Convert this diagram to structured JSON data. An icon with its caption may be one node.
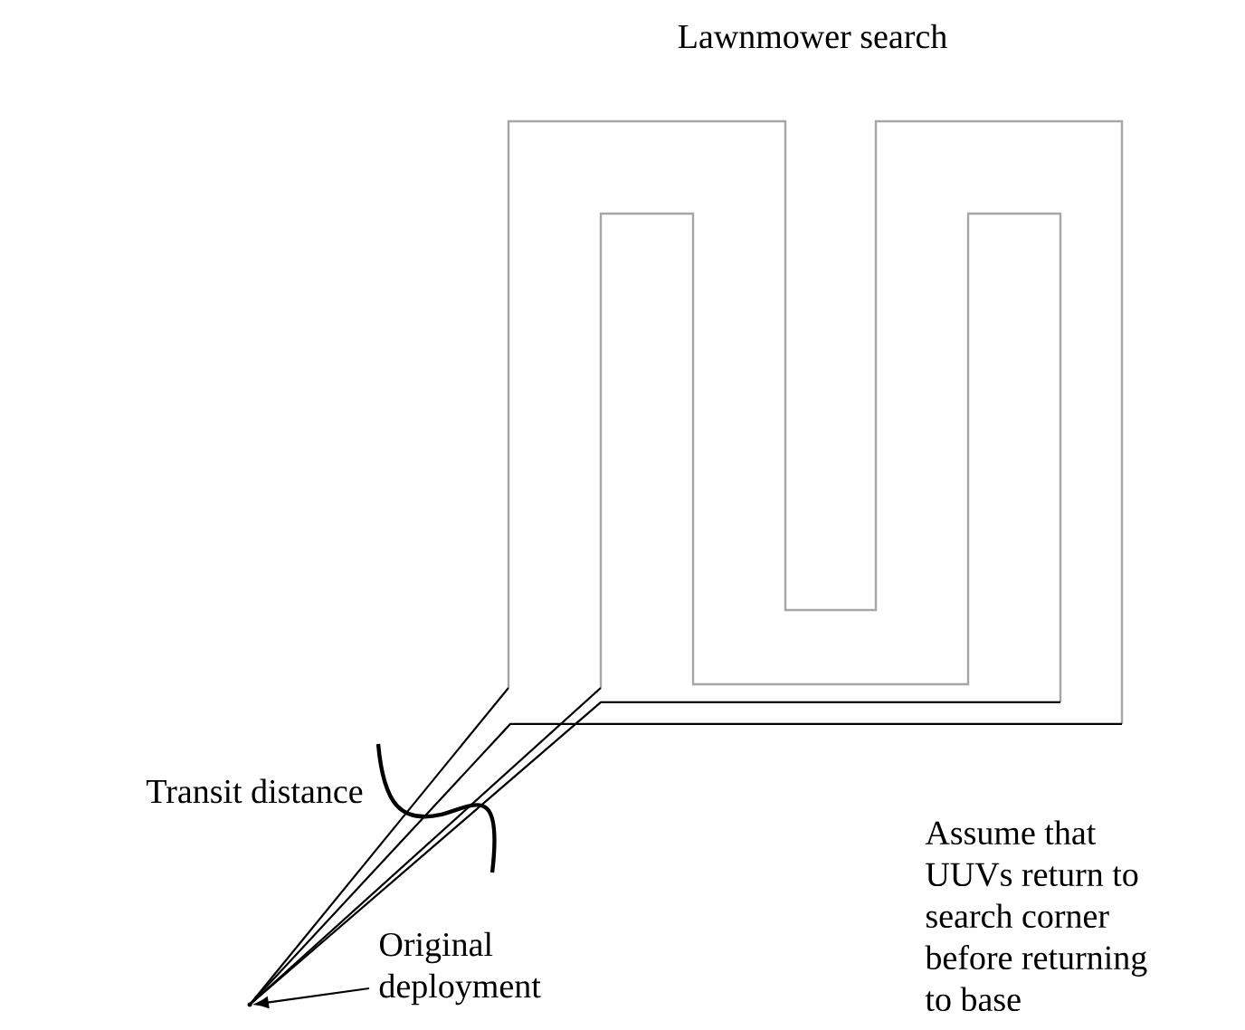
{
  "diagram": {
    "title": "Lawnmower search",
    "nodes": [
      {
        "text": [
          "Original deployment"
        ]
      },
      {
        "text": [],
        "shape": "point"
      }
    ],
    "edges": [
      {
        "from": 0,
        "to": 1,
        "arrow": "to"
      }
    ],
    "labels": [
      "Transit distance",
      "Assume that UUVs return to search corner before returning to base"
    ]
  }
}
